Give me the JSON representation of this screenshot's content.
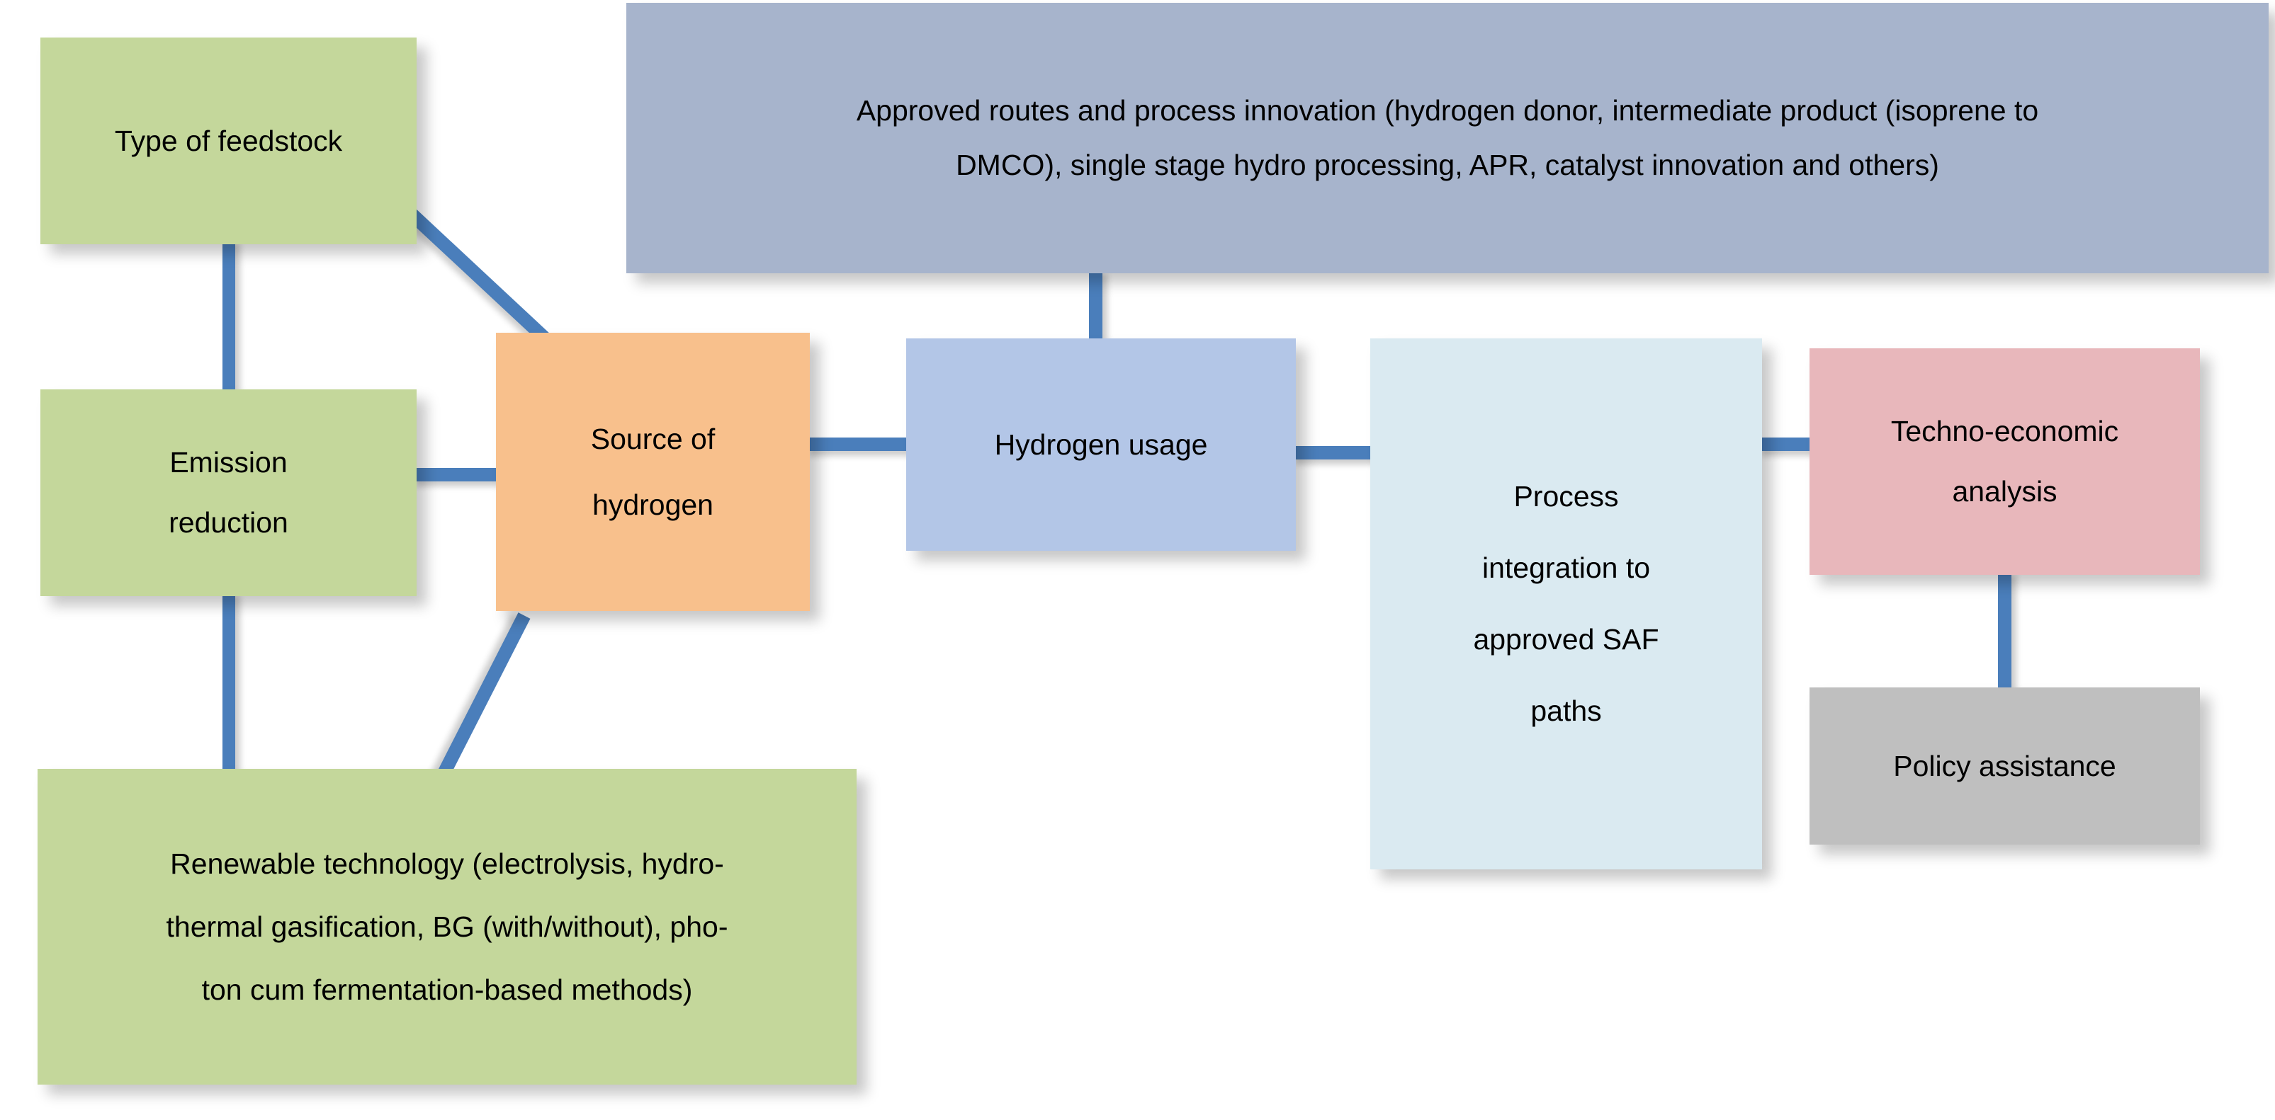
{
  "diagram": {
    "title": "SAF hydrogen pathway research framework",
    "background_color": "#ffffff",
    "connector_color": "#4a7ebb",
    "nodes": {
      "feedstock": {
        "label": "Type of feedstock",
        "lines": [
          "Type of feedstock"
        ],
        "color": "#c4d79b"
      },
      "approved_routes": {
        "label": "Approved routes and process innovation (hydrogen donor, intermediate product (isoprene to DMCO), single stage hydro processing, APR, catalyst innovation and others)",
        "lines": [
          "Approved routes and process innovation (hydrogen donor, intermediate product (isoprene to",
          "DMCO), single stage hydro processing, APR, catalyst innovation and others)"
        ],
        "color": "#a7b4cc"
      },
      "emission_reduction": {
        "label": "Emission reduction",
        "lines": [
          "Emission",
          "reduction"
        ],
        "color": "#c4d79b"
      },
      "source_of_hydrogen": {
        "label": "Source of hydrogen",
        "lines": [
          "Source of",
          "hydrogen"
        ],
        "color": "#f8c08c"
      },
      "renewable_technology": {
        "label": "Renewable technology (electrolysis, hydro-thermal gasification, BG (with/without), photon cum fermentation-based methods)",
        "lines": [
          "Renewable technology (electrolysis, hydro-",
          "thermal gasification, BG (with/without), pho-",
          "ton cum fermentation-based methods)"
        ],
        "color": "#c4d79b"
      },
      "hydrogen_usage": {
        "label": "Hydrogen usage",
        "lines": [
          "Hydrogen usage"
        ],
        "color": "#b3c6e7"
      },
      "process_integration": {
        "label": "Process integration to approved SAF paths",
        "lines": [
          "Process",
          "integration to",
          "approved SAF",
          "paths"
        ],
        "color": "#daeaf1"
      },
      "techno_economic": {
        "label": "Techno-economic analysis",
        "lines": [
          "Techno-economic",
          "analysis"
        ],
        "color": "#e8b7bb"
      },
      "policy_assistance": {
        "label": "Policy assistance",
        "lines": [
          "Policy assistance"
        ],
        "color": "#bfbfbf"
      }
    },
    "connectors": [
      {
        "id": "feedstock-emission",
        "from": "Type of feedstock",
        "to": "Emission reduction",
        "orientation": "vertical"
      },
      {
        "id": "emission-renewable",
        "from": "Emission reduction",
        "to": "Renewable technology",
        "orientation": "vertical"
      },
      {
        "id": "emission-source",
        "from": "Emission reduction",
        "to": "Source of hydrogen",
        "orientation": "horizontal"
      },
      {
        "id": "feedstock-source",
        "from": "Type of feedstock",
        "to": "Source of hydrogen",
        "orientation": "diagonal"
      },
      {
        "id": "source-renewable",
        "from": "Source of hydrogen",
        "to": "Renewable technology",
        "orientation": "diagonal"
      },
      {
        "id": "source-usage",
        "from": "Source of hydrogen",
        "to": "Hydrogen usage",
        "orientation": "horizontal"
      },
      {
        "id": "approved-usage",
        "from": "Approved routes",
        "to": "Hydrogen usage",
        "orientation": "vertical"
      },
      {
        "id": "usage-process",
        "from": "Hydrogen usage",
        "to": "Process integration",
        "orientation": "horizontal"
      },
      {
        "id": "process-techno",
        "from": "Process integration",
        "to": "Techno-economic",
        "orientation": "horizontal"
      },
      {
        "id": "techno-policy",
        "from": "Techno-economic",
        "to": "Policy assistance",
        "orientation": "vertical"
      }
    ]
  }
}
